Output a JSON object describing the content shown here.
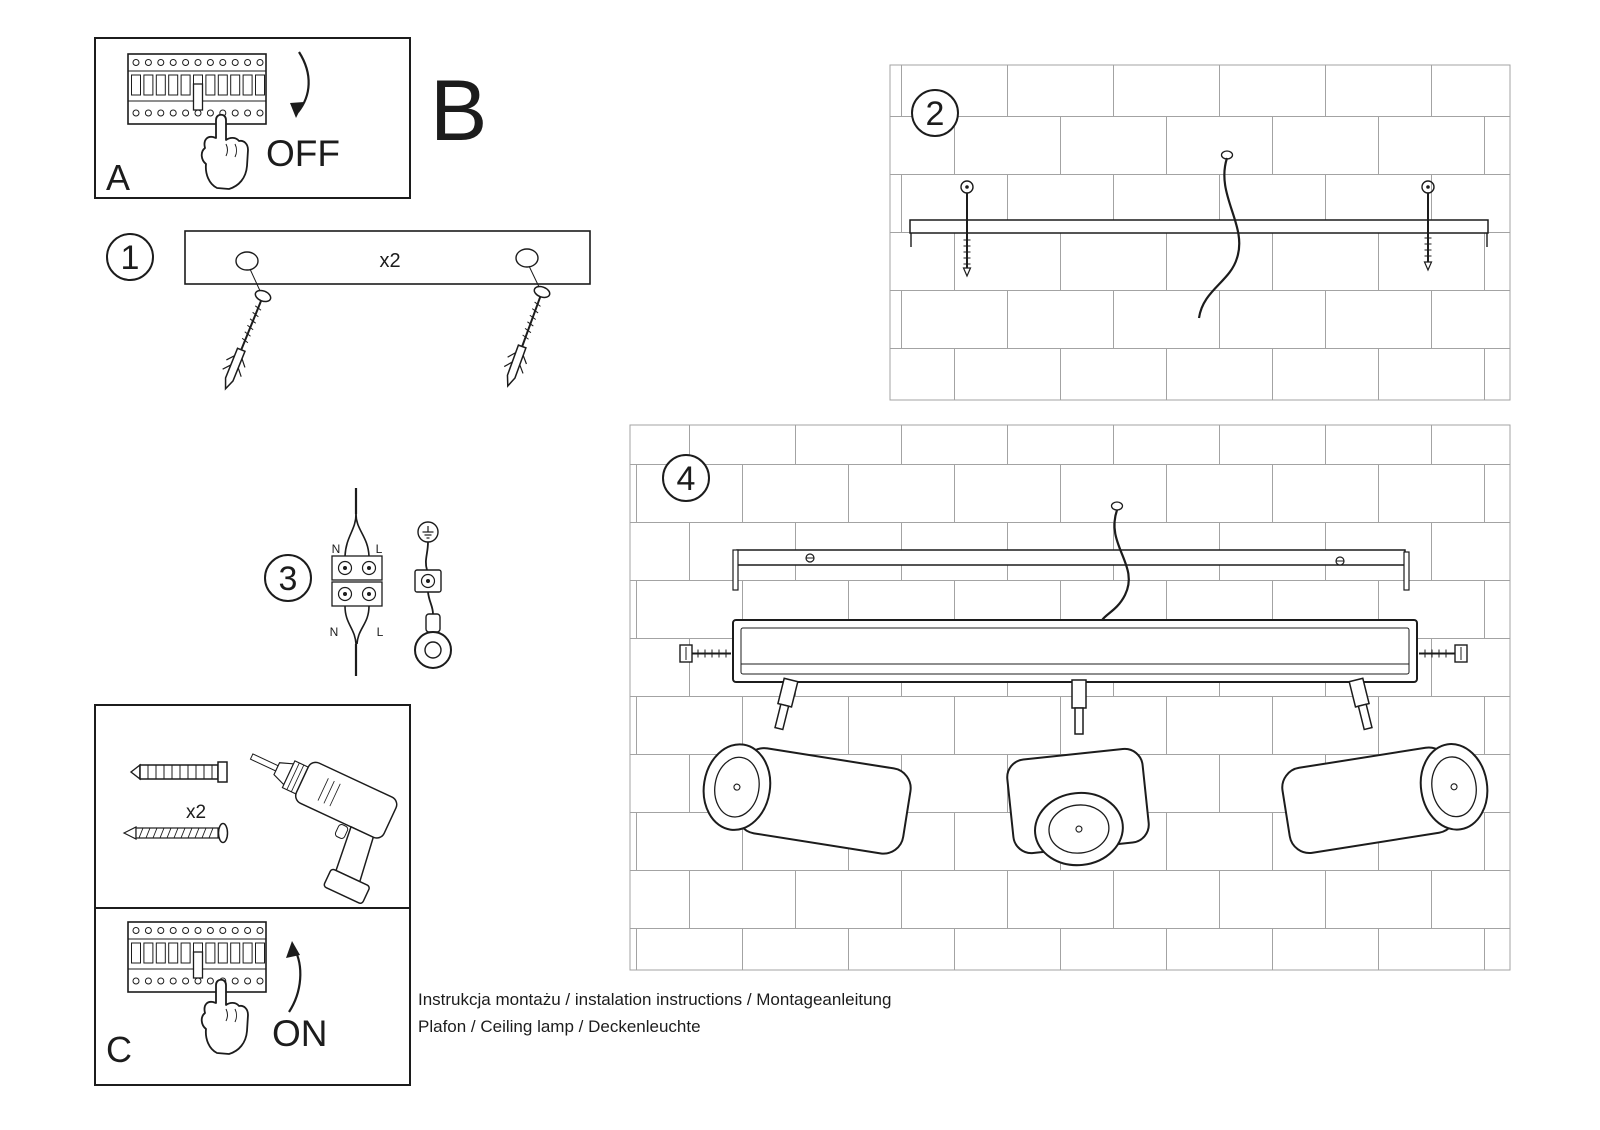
{
  "colors": {
    "ink": "#1c1c1c",
    "brick_line": "#a3a3a3",
    "background": "#ffffff"
  },
  "panel_a": {
    "label": "A",
    "state": "OFF"
  },
  "section_b": {
    "label": "B"
  },
  "step1": {
    "number": "1",
    "count": "x2"
  },
  "step2": {
    "number": "2"
  },
  "step3": {
    "number": "3",
    "neutral": "N",
    "live": "L"
  },
  "step4": {
    "number": "4"
  },
  "tools": {
    "count": "x2"
  },
  "panel_c": {
    "label": "C",
    "state": "ON"
  },
  "footer": {
    "line1": "Instrukcja montażu / instalation instructions / Montageanleitung",
    "line2": "Plafon / Ceiling lamp / Deckenleuchte"
  }
}
